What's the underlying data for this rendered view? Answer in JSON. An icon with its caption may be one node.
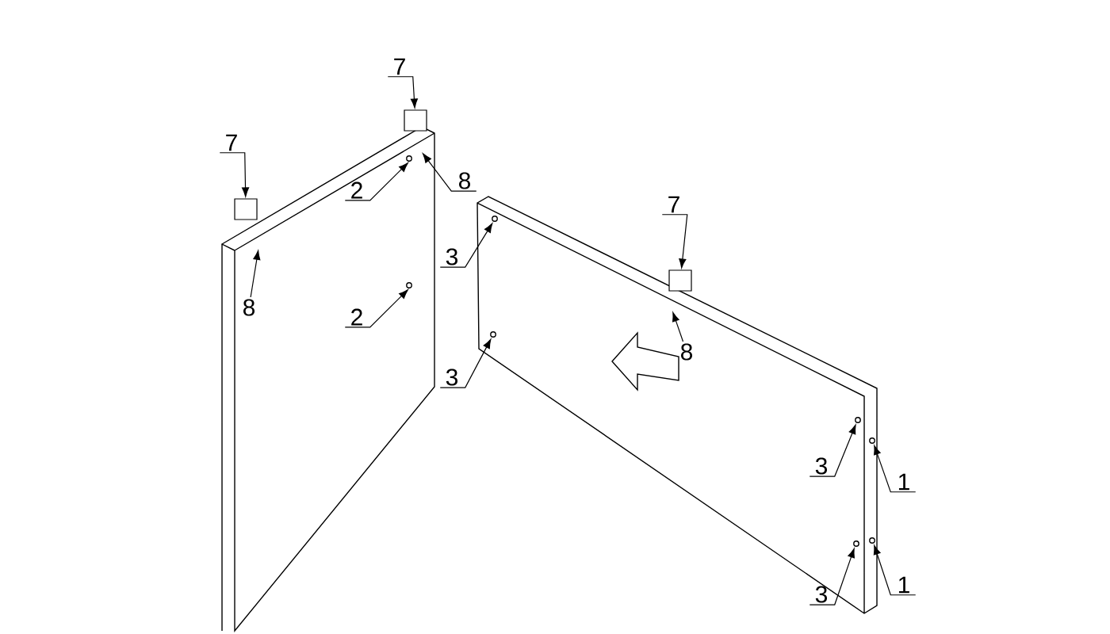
{
  "diagram": {
    "nodes": [
      {
        "text": [
          "7"
        ]
      },
      {
        "text": [
          "7"
        ]
      },
      {
        "text": [
          "8"
        ]
      },
      {
        "text": [
          "2"
        ]
      },
      {
        "text": [
          "7"
        ]
      },
      {
        "text": [
          "3"
        ]
      },
      {
        "text": [
          "8"
        ]
      },
      {
        "text": [
          "2"
        ]
      },
      {
        "text": [
          "8"
        ]
      },
      {
        "text": [
          "3"
        ]
      },
      {
        "text": [
          "3"
        ]
      },
      {
        "text": [
          "1"
        ]
      },
      {
        "text": [
          "1"
        ]
      },
      {
        "text": [
          "3"
        ]
      },
      {
        "text": [],
        "shape": "box"
      },
      {
        "text": [],
        "shape": "box"
      },
      {
        "text": [],
        "shape": "box"
      }
    ],
    "edges": [
      {
        "from": 0,
        "to": 15,
        "arrow": "to"
      },
      {
        "from": 1,
        "to": 14,
        "arrow": "to"
      },
      {
        "from": 2,
        "to": null,
        "arrow": "to"
      },
      {
        "from": 3,
        "to": null,
        "arrow": "to"
      },
      {
        "from": 4,
        "to": 16,
        "arrow": "to"
      },
      {
        "from": 5,
        "to": null,
        "arrow": "to"
      },
      {
        "from": 6,
        "to": null,
        "arrow": "to"
      },
      {
        "from": 7,
        "to": null,
        "arrow": "to"
      },
      {
        "from": 8,
        "to": null,
        "arrow": "to"
      },
      {
        "from": 9,
        "to": null,
        "arrow": "to"
      },
      {
        "from": 10,
        "to": null,
        "arrow": "to"
      },
      {
        "from": 11,
        "to": null,
        "arrow": "to"
      },
      {
        "from": 12,
        "to": null,
        "arrow": "to"
      },
      {
        "from": 13,
        "to": null,
        "arrow": "to"
      }
    ]
  }
}
